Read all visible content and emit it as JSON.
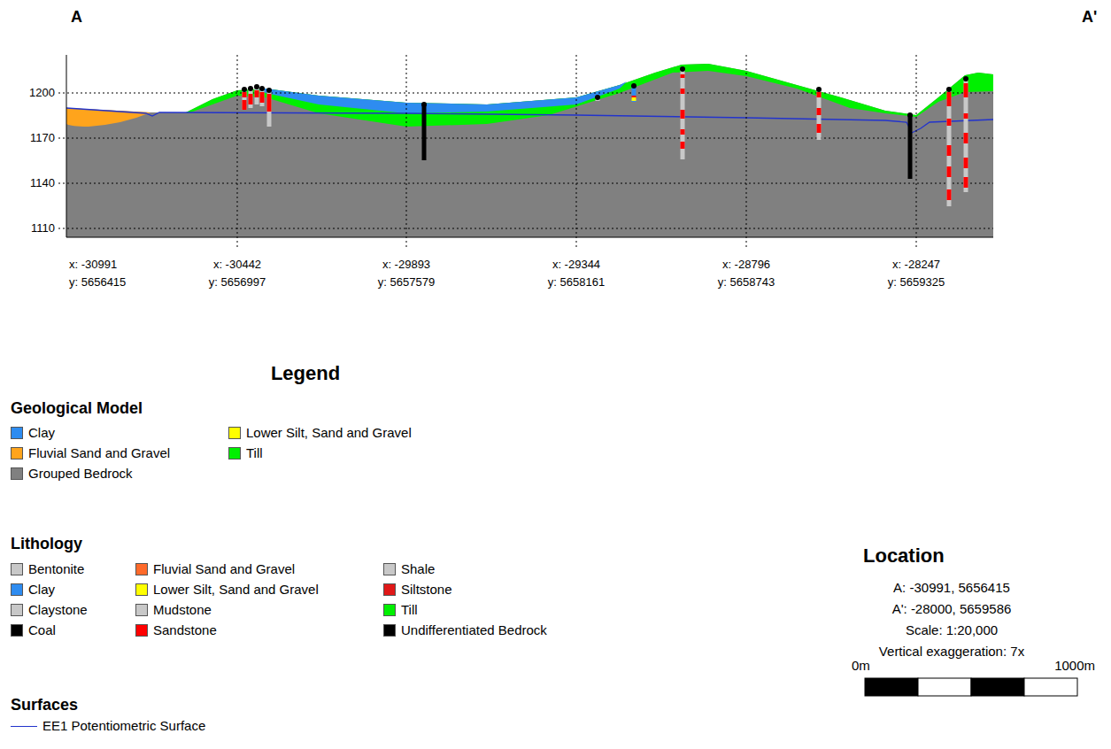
{
  "diagram": {
    "labels": [
      "A",
      "A'",
      "1200",
      "1170",
      "1140",
      "1110",
      "x: -30991",
      "y: 5656415",
      "x: -30442",
      "y: 5656997",
      "x: -29893",
      "y: 5657579",
      "x: -29344",
      "y: 5658161",
      "x: -28796",
      "y: 5658743",
      "x: -28247",
      "y: 5659325",
      "Legend",
      "Geological Model",
      "Lithology",
      "Surfaces",
      "Location",
      "A: -30991, 5656415",
      "A': -28000, 5659586",
      "Scale: 1:20,000",
      "Vertical exaggeration: 7x",
      "0m",
      "1000m"
    ],
    "legend": [
      {
        "text": "Clay",
        "color": "#2e8cf0"
      },
      {
        "text": "Fluvial Sand and Gravel",
        "color": "#ffa41c"
      },
      {
        "text": "Grouped Bedrock",
        "color": "#808080"
      },
      {
        "text": "Lower Silt, Sand and Gravel",
        "color": "#ffff00"
      },
      {
        "text": "Till",
        "color": "#00f000"
      },
      {
        "text": "Bentonite",
        "color": "#c8c8c8"
      },
      {
        "text": "Clay",
        "color": "#2e8cf0"
      },
      {
        "text": "Claystone",
        "color": "#c8c8c8"
      },
      {
        "text": "Coal",
        "color": "#000000"
      },
      {
        "text": "Fluvial Sand and Gravel",
        "color": "#ff6a2a"
      },
      {
        "text": "Lower Silt, Sand and Gravel",
        "color": "#ffff00"
      },
      {
        "text": "Mudstone",
        "color": "#c8c8c8"
      },
      {
        "text": "Sandstone",
        "color": "#ff0000"
      },
      {
        "text": "Shale",
        "color": "#c8c8c8"
      },
      {
        "text": "Siltstone",
        "color": "#e01818"
      },
      {
        "text": "Till",
        "color": "#00f000"
      },
      {
        "text": "Undifferentiated Bedrock",
        "color": "#000000"
      },
      {
        "text": "EE1 Potentiometric Surface"
      }
    ]
  }
}
